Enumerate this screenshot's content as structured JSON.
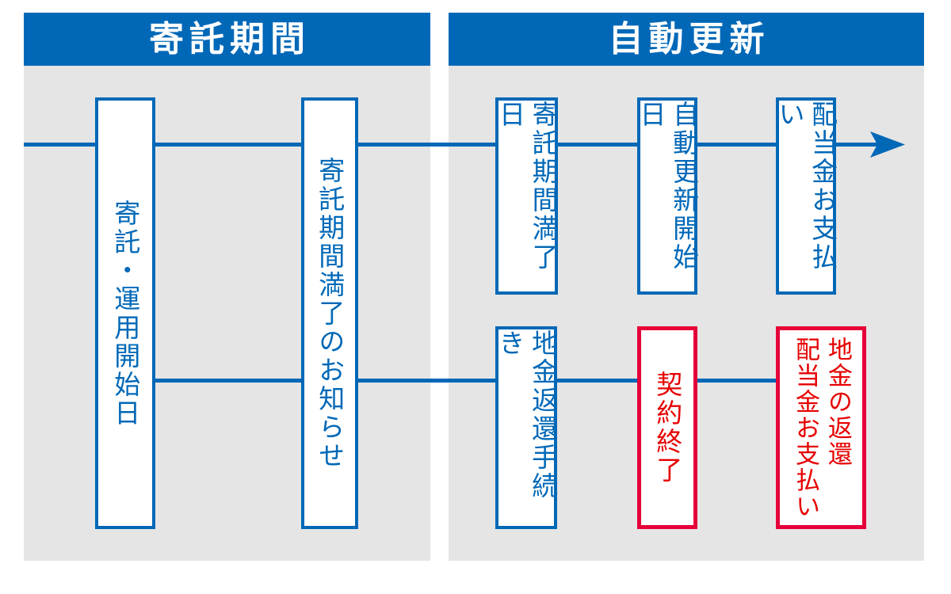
{
  "colors": {
    "blue": "#0068b7",
    "gray": "#e5e5e5",
    "red_border": "#e60039",
    "red_text": "#e60000",
    "white": "#ffffff"
  },
  "headers": {
    "deposit_period": "寄託期間",
    "auto_renewal": "自動更新"
  },
  "boxes": {
    "deposit_operation_start": {
      "label": "寄託・運用開始日",
      "style": "blue"
    },
    "deposit_expiry_notice": {
      "label": "寄託期間満了のお知らせ",
      "style": "blue"
    },
    "deposit_expiry_date": {
      "label": "寄託期間満了日",
      "style": "blue"
    },
    "auto_renewal_start_date": {
      "label": "自動更新開始日",
      "style": "blue"
    },
    "dividend_payment": {
      "label": "配当金お支払い",
      "style": "blue"
    },
    "bullion_return_procedure": {
      "label": "地金返還手続き",
      "style": "blue"
    },
    "contract_termination": {
      "label": "契約終了",
      "style": "red"
    },
    "bullion_return_and_dividend_payment": {
      "label": "地金の返還\n配当金お支払い",
      "style": "red"
    }
  },
  "icons": {
    "timeline_arrow": "right-arrow"
  }
}
